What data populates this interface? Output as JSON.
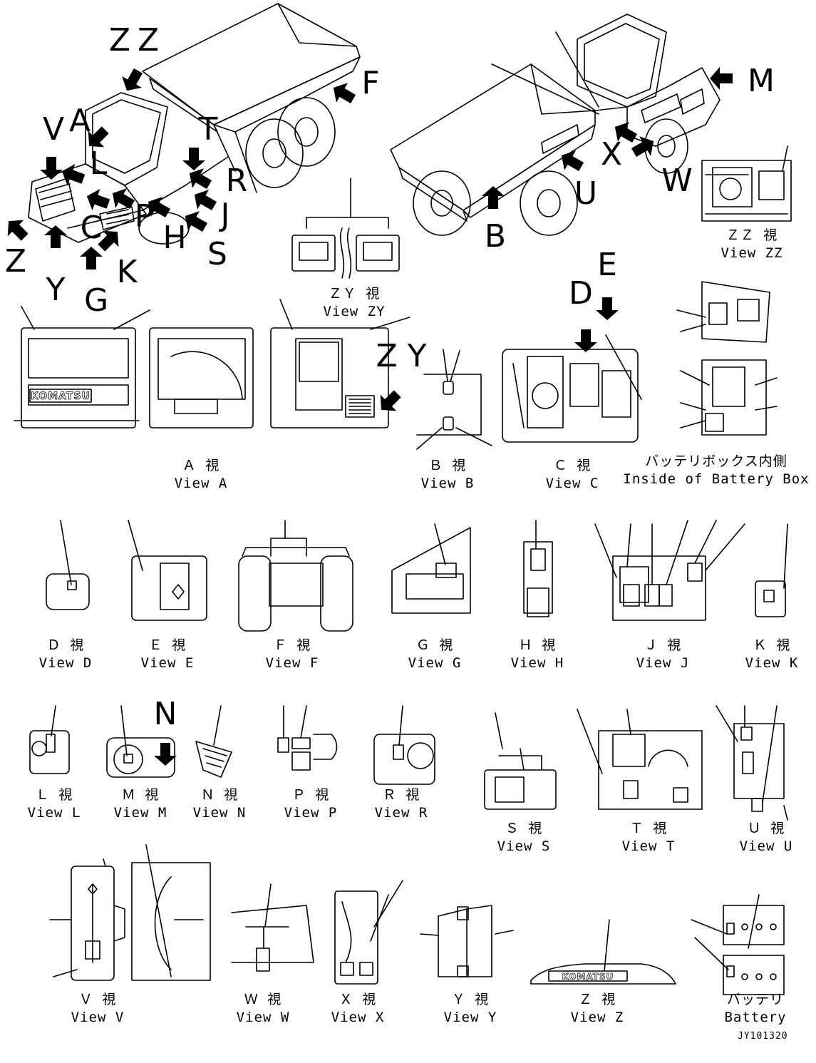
{
  "views": [
    {
      "id": "zz",
      "jp": "ＺＺ 視",
      "en": "View ZZ"
    },
    {
      "id": "zy",
      "jp": "ＺＹ 視",
      "en": "View ZY"
    },
    {
      "id": "a",
      "jp": "Ａ 視",
      "en": "View A"
    },
    {
      "id": "b",
      "jp": "Ｂ 視",
      "en": "View B"
    },
    {
      "id": "c",
      "jp": "Ｃ 視",
      "en": "View C"
    },
    {
      "id": "battery-box",
      "jp": "バッテリボックス内側",
      "en": "Inside of Battery Box"
    },
    {
      "id": "d",
      "jp": "Ｄ 視",
      "en": "View D"
    },
    {
      "id": "e",
      "jp": "Ｅ 視",
      "en": "View E"
    },
    {
      "id": "f",
      "jp": "Ｆ 視",
      "en": "View F"
    },
    {
      "id": "g",
      "jp": "Ｇ 視",
      "en": "View G"
    },
    {
      "id": "h",
      "jp": "Ｈ 視",
      "en": "View H"
    },
    {
      "id": "j",
      "jp": "Ｊ 視",
      "en": "View J"
    },
    {
      "id": "k",
      "jp": "Ｋ 視",
      "en": "View K"
    },
    {
      "id": "l",
      "jp": "Ｌ 視",
      "en": "View L"
    },
    {
      "id": "m",
      "jp": "Ｍ 視",
      "en": "View M"
    },
    {
      "id": "n",
      "jp": "Ｎ 視",
      "en": "View N"
    },
    {
      "id": "p",
      "jp": "Ｐ 視",
      "en": "View P"
    },
    {
      "id": "r",
      "jp": "Ｒ 視",
      "en": "View R"
    },
    {
      "id": "s",
      "jp": "Ｓ 視",
      "en": "View S"
    },
    {
      "id": "t",
      "jp": "Ｔ 視",
      "en": "View T"
    },
    {
      "id": "u",
      "jp": "Ｕ 視",
      "en": "View U"
    },
    {
      "id": "v",
      "jp": "Ｖ 視",
      "en": "View V"
    },
    {
      "id": "w",
      "jp": "Ｗ 視",
      "en": "View W"
    },
    {
      "id": "x",
      "jp": "Ｘ 視",
      "en": "View X"
    },
    {
      "id": "y",
      "jp": "Ｙ 視",
      "en": "View Y"
    },
    {
      "id": "z",
      "jp": "Ｚ 視",
      "en": "View Z"
    },
    {
      "id": "battery",
      "jp": "バッテリ",
      "en": "Battery"
    }
  ],
  "callouts": [
    "ZZ",
    "V",
    "A",
    "L",
    "C",
    "P",
    "H",
    "S",
    "T",
    "R",
    "J",
    "K",
    "G",
    "Y",
    "Z",
    "F",
    "M",
    "X",
    "W",
    "U",
    "B",
    "E",
    "D",
    "ZY",
    "N"
  ],
  "brand": "KOMATSU",
  "drawing_number": "JY101320"
}
